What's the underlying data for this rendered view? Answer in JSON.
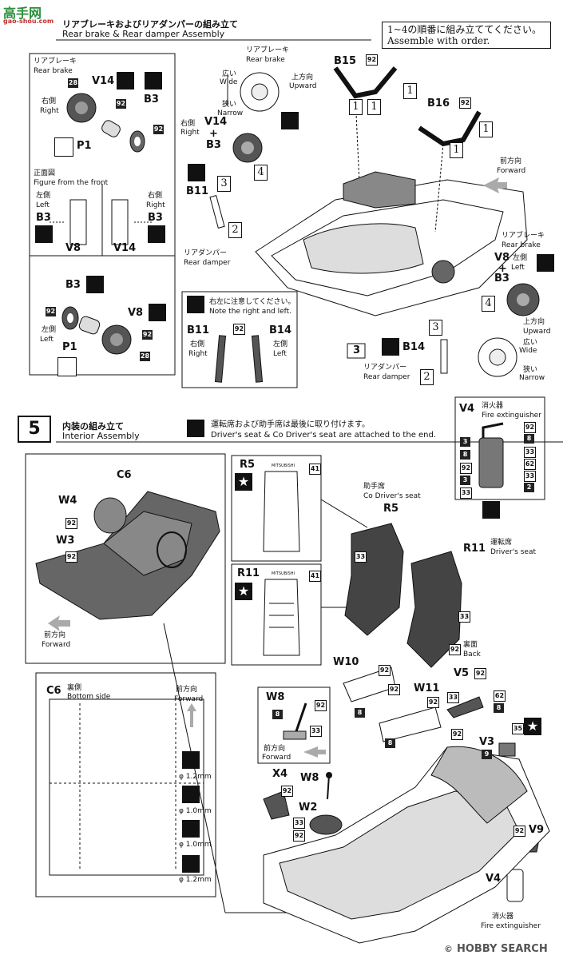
{
  "watermark_top": {
    "brand": "高手网",
    "url": "gao-shou.com"
  },
  "watermark_bottom": {
    "copyright": "©",
    "brand": "HOBBY SEARCH"
  },
  "step4": {
    "title_jp": "リアブレーキおよびリアダンパーの組み立て",
    "title_en": "Rear brake & Rear damper Assembly",
    "order_note_jp": "1~4の順番に組み立ててください。",
    "order_note_en": "Assemble with order.",
    "left_panel": {
      "heading_jp": "リアブレーキ",
      "heading_en": "Rear brake",
      "right_jp": "右側",
      "right_en": "Right",
      "front_view_jp": "正面図",
      "front_view_en": "Figure from the front",
      "left_jp": "左側",
      "left_en": "Left",
      "right2_jp": "右側",
      "right2_en": "Right",
      "left2_jp": "左側",
      "left2_en": "Left",
      "parts": {
        "v14": "V14",
        "b3": "B3",
        "p1": "P1",
        "v8": "V8",
        "b3b": "B3",
        "p1b": "P1",
        "b3c": "B3",
        "b3d": "B3",
        "v8b": "V8",
        "v14b": "V14"
      },
      "nums": {
        "n28": "28",
        "n92a": "92",
        "n92b": "92",
        "n92c": "92",
        "n92d": "92",
        "n28b": "28"
      }
    },
    "center": {
      "brake_jp": "リアブレーキ",
      "brake_en": "Rear brake",
      "wide_jp": "広い",
      "wide_en": "Wide",
      "narrow_jp": "狭い",
      "narrow_en": "Narrow",
      "up_jp": "上方向",
      "up_en": "Upward",
      "right_jp": "右側",
      "right_en": "Right",
      "v14": "V14",
      "plus": "+",
      "b3": "B3",
      "b11": "B11",
      "damper_jp": "リアダンパー",
      "damper_en": "Rear damper",
      "b15": "B15",
      "b16": "B16",
      "n92a": "92",
      "n92b": "92",
      "forward_jp": "前方向",
      "forward_en": "Forward",
      "ord1a": "1",
      "ord1b": "1",
      "ord1c": "1",
      "ord1d": "1",
      "ord1e": "1",
      "ord2": "2",
      "ord3": "3",
      "ord4": "4"
    },
    "note_panel": {
      "jp": "右左に注意してください。",
      "en": "Note the right and left.",
      "b11": "B11",
      "b14": "B14",
      "n92": "92",
      "right_jp": "右側",
      "right_en": "Right",
      "left_jp": "左側",
      "left_en": "Left"
    },
    "right": {
      "brake_jp": "リアブレーキ",
      "brake_en": "Rear brake",
      "v8": "V8",
      "plus": "+",
      "b3": "B3",
      "left_jp": "左側",
      "left_en": "Left",
      "up_jp": "上方向",
      "up_en": "Upward",
      "wide_jp": "広い",
      "wide_en": "Wide",
      "narrow_jp": "狭い",
      "narrow_en": "Narrow",
      "b14": "B14",
      "damper_jp": "リアダンパー",
      "damper_en": "Rear damper",
      "ord2": "2",
      "ord3": "3",
      "ord4": "4",
      "tag3": "3"
    },
    "extinguisher": {
      "title_jp": "消火器",
      "title_en": "Fire extinguisher",
      "part": "V4",
      "left_nums": [
        "3",
        "8",
        "92",
        "3",
        "33"
      ],
      "right_nums": [
        "92",
        "8",
        "33",
        "62",
        "33",
        "2"
      ]
    }
  },
  "step5": {
    "number": "5",
    "title_jp": "内装の組み立て",
    "title_en": "Interior Assembly",
    "note_jp": "運転席および助手席は最後に取り付けます。",
    "note_en": "Driver's seat & Co Driver's seat are attached to the end.",
    "left": {
      "c6": "C6",
      "w4": "W4",
      "w3": "W3",
      "n92a": "92",
      "n92b": "92",
      "forward_jp": "前方向",
      "forward_en": "Forward"
    },
    "seat_views": {
      "r5": "R5",
      "r11": "R11",
      "n41a": "41",
      "n41b": "41",
      "brand_a": "MITSUBISHI",
      "brand_b": "MITSUBISHI"
    },
    "seats": {
      "co_jp": "助手席",
      "co_en": "Co Driver's seat",
      "r5": "R5",
      "drv_jp": "運転席",
      "drv_en": "Driver's seat",
      "r11": "R11",
      "back_jp": "裏面",
      "back_en": "Back",
      "n33a": "33",
      "n33b": "33",
      "n92": "92"
    },
    "bottom_panel": {
      "c6": "C6",
      "side_jp": "裏側",
      "side_en": "Bottom side",
      "forward_jp": "前方向",
      "forward_en": "Forward",
      "d1": "φ 1.2mm",
      "d2": "φ 1.0mm",
      "d3": "φ 1.0mm",
      "d4": "φ 1.2mm"
    },
    "mounts": {
      "w10": "W10",
      "w11": "W11",
      "v5": "V5",
      "v3": "V3",
      "v9": "V9",
      "v4": "V4",
      "n92a": "92",
      "n92b": "92",
      "n92c": "92",
      "n92d": "92",
      "n8a": "8",
      "n8b": "8",
      "n8c": "8",
      "n33": "33",
      "n62": "62",
      "n35": "35",
      "n9": "9",
      "n92e": "92",
      "ext_jp": "消火器",
      "ext_en": "Fire extinguisher"
    },
    "lever_panel": {
      "w8": "W8",
      "n8": "8",
      "n92": "92",
      "n33": "33",
      "forward_jp": "前方向",
      "forward_en": "Forward"
    },
    "floor": {
      "x4": "X4",
      "w8": "W8",
      "w2": "W2",
      "n92a": "92",
      "n33": "33",
      "n92b": "92"
    }
  }
}
